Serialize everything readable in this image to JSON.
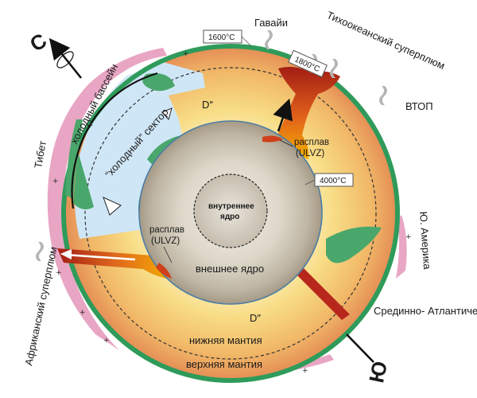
{
  "poles": {
    "north": "С",
    "south": "Ю"
  },
  "labels": {
    "cold_basin": "холодный бассейн",
    "tibet": "Тибет",
    "hawaii": "Гавайи",
    "pacific_superplume": "Тихоокеанский суперплюм",
    "vtop": "ВТОП",
    "cold_sector": "“холодный” сектор",
    "d_double_prime": "D″",
    "melt_ulvz": [
      "расплав",
      "(ULVZ)"
    ],
    "inner_core": [
      "внутреннее",
      "ядро"
    ],
    "outer_core": "внешнее ядро",
    "south_america": "Ю. Америка",
    "african_superplume": "Африканский суперплюм",
    "mid_atlantic_ridge": "Срединно- Атлантический хребет",
    "lower_mantle": "нижняя мантия",
    "upper_mantle": "верхняя мантия"
  },
  "temperatures": {
    "t1": "1600°C",
    "t2": "1800°C",
    "t3": "4000°C"
  },
  "colors": {
    "crust_green": "#2f9b5a",
    "crust_pink": "#e8a6c4",
    "plume_red": "#b8271c",
    "cold_blue": "#cfe6f6",
    "mantle_yellow": "#f6d77a",
    "core_gray": "#b9b1a1"
  }
}
